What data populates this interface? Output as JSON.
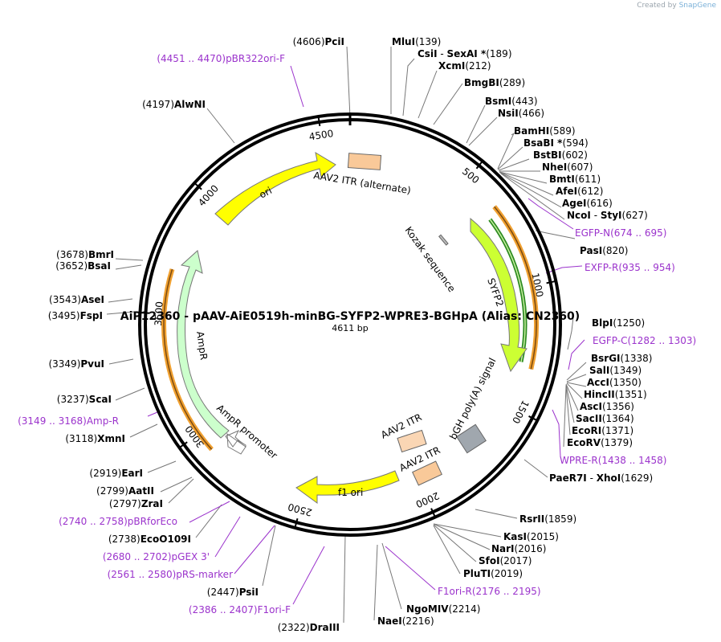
{
  "credit": {
    "prefix": "Created by",
    "brand": "SnapGene"
  },
  "plasmid": {
    "title": "AiP12360 - pAAV-AiE0519h-minBG-SYFP2-WPRE3-BGHpA (Alias: CN2360)",
    "length_label": "4611 bp",
    "length": 4611
  },
  "ticks": [
    "500",
    "1000",
    "1500",
    "2000",
    "2500",
    "3000",
    "3500",
    "4000",
    "4500"
  ],
  "features": [
    {
      "name": "ori",
      "color": "#ffff00"
    },
    {
      "name": "AAV2 ITR (alternate)",
      "color": "#f9c999"
    },
    {
      "name": "Kozak sequence",
      "color": "#bbbbbb"
    },
    {
      "name": "SYFP2",
      "color": "#ccff33"
    },
    {
      "name": "bGH poly(A) signal",
      "color": "#a0a7ae"
    },
    {
      "name": "AAV2 ITR",
      "color": "#fad6b4"
    },
    {
      "name": "AAV2 ITR",
      "color": "#f9c999"
    },
    {
      "name": "f1 ori",
      "color": "#ffff00"
    },
    {
      "name": "AmpR promoter",
      "color": "#ffffff"
    },
    {
      "name": "AmpR",
      "color": "#ccffcc"
    }
  ],
  "right_labels": [
    {
      "enzyme": "MluI",
      "pos": "(139)"
    },
    {
      "enzyme": "CsiI",
      "sep": " - ",
      "enzyme2": "SexAI *",
      "pos": "(189)"
    },
    {
      "enzyme": "XcmI",
      "pos": "(212)"
    },
    {
      "enzyme": "BmgBI",
      "pos": "(289)"
    },
    {
      "enzyme": "BsmI",
      "pos": "(443)"
    },
    {
      "enzyme": "NsiI",
      "pos": "(466)"
    },
    {
      "enzyme": "BamHI",
      "pos": "(589)"
    },
    {
      "enzyme": "BsaBI *",
      "pos": "(594)"
    },
    {
      "enzyme": "BstBI",
      "pos": "(602)"
    },
    {
      "enzyme": "NheI",
      "pos": "(607)"
    },
    {
      "enzyme": "BmtI",
      "pos": "(611)"
    },
    {
      "enzyme": "AfeI",
      "pos": "(612)"
    },
    {
      "enzyme": "AgeI",
      "pos": "(616)"
    },
    {
      "enzyme": "NcoI",
      "sep": " - ",
      "enzyme2": "StyI",
      "pos": "(627)"
    },
    {
      "primer": "EGFP-N",
      "pos": "(674 .. 695)"
    },
    {
      "enzyme": "PasI",
      "pos": "(820)"
    },
    {
      "primer": "EXFP-R",
      "pos": "(935 .. 954)"
    },
    {
      "enzyme": "BlpI",
      "pos": "(1250)"
    },
    {
      "primer": "EGFP-C",
      "pos": "(1282 .. 1303)"
    },
    {
      "enzyme": "BsrGI",
      "pos": "(1338)"
    },
    {
      "enzyme": "SalI",
      "pos": "(1349)"
    },
    {
      "enzyme": "AccI",
      "pos": "(1350)"
    },
    {
      "enzyme": "HincII",
      "pos": "(1351)"
    },
    {
      "enzyme": "AscI",
      "pos": "(1356)"
    },
    {
      "enzyme": "SacII",
      "pos": "(1364)"
    },
    {
      "enzyme": "EcoRI",
      "pos": "(1371)"
    },
    {
      "enzyme": "EcoRV",
      "pos": "(1379)"
    },
    {
      "primer": "WPRE-R",
      "pos": "(1438 .. 1458)"
    },
    {
      "enzyme": "PaeR7I",
      "sep": " - ",
      "enzyme2": "XhoI",
      "pos": "(1629)"
    },
    {
      "enzyme": "RsrII",
      "pos": "(1859)"
    },
    {
      "enzyme": "KasI",
      "pos": "(2015)"
    },
    {
      "enzyme": "NarI",
      "pos": "(2016)"
    },
    {
      "enzyme": "SfoI",
      "pos": "(2017)"
    },
    {
      "enzyme": "PluTI",
      "pos": "(2019)"
    },
    {
      "primer": "F1ori-R",
      "pos": "(2176 .. 2195)"
    },
    {
      "enzyme": "NgoMIV",
      "pos": "(2214)"
    },
    {
      "enzyme": "NaeI",
      "pos": "(2216)"
    }
  ],
  "left_labels": [
    {
      "enzyme": "PciI",
      "pos": "(4606)"
    },
    {
      "primer": "pBR322ori-F",
      "pos": "(4451 .. 4470)"
    },
    {
      "enzyme": "AlwNI",
      "pos": "(4197)"
    },
    {
      "enzyme": "BmrI",
      "pos": "(3678)"
    },
    {
      "enzyme": "BsaI",
      "pos": "(3652)"
    },
    {
      "enzyme": "AseI",
      "pos": "(3543)"
    },
    {
      "enzyme": "FspI",
      "pos": "(3495)"
    },
    {
      "enzyme": "PvuI",
      "pos": "(3349)"
    },
    {
      "enzyme": "ScaI",
      "pos": "(3237)"
    },
    {
      "primer": "Amp-R",
      "pos": "(3149 .. 3168)"
    },
    {
      "enzyme": "XmnI",
      "pos": "(3118)"
    },
    {
      "enzyme": "EarI",
      "pos": "(2919)"
    },
    {
      "enzyme": "AatII",
      "pos": "(2799)"
    },
    {
      "enzyme": "ZraI",
      "pos": "(2797)"
    },
    {
      "primer": "pBRforEco",
      "pos": "(2740 .. 2758)"
    },
    {
      "enzyme": "EcoO109I",
      "pos": "(2738)"
    },
    {
      "primer": "pGEX 3'",
      "pos": "(2680 .. 2702)"
    },
    {
      "primer": "pRS-marker",
      "pos": "(2561 .. 2580)"
    },
    {
      "enzyme": "PsiI",
      "pos": "(2447)"
    },
    {
      "primer": "F1ori-F",
      "pos": "(2386 .. 2407)"
    },
    {
      "enzyme": "DraIII",
      "pos": "(2322)"
    }
  ],
  "colors": {
    "backbone": "#000000",
    "primer": "#9b33cc",
    "orange_track": "#f0a030",
    "green_track": "#2e8b22"
  }
}
